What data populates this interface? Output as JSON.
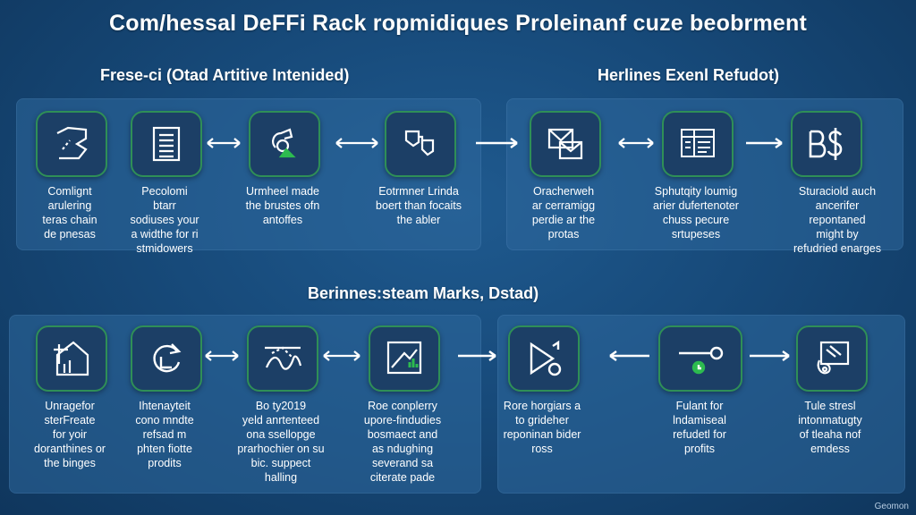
{
  "title": "Com/hessal DeFFi Rack ropmidiques Proleinanf cuze beobrment",
  "sections": {
    "top_left": "Frese-ci (Otad Artitive Intenided)",
    "top_right": "Herlines Exenl Refudot)",
    "bottom": "Berinnes:steam Marks, Dstad)"
  },
  "nodes": [
    {
      "icon": "trend-chart-icon",
      "text": "Comlignt\narulering\nteras chain\nde pnesas"
    },
    {
      "icon": "document-list-icon",
      "text": "Pecolomi\nbtarr\nsodiuses your\na widthe for  ri\nstmidowers"
    },
    {
      "icon": "certificate-icon",
      "text": "Urmheel made\nthe brustes ofn\nantoffes"
    },
    {
      "icon": "flow-diagram-icon",
      "text": "Eotrmner Lrinda\nboert than focaits\nthe abler"
    },
    {
      "icon": "mail-monitor-icon",
      "text": "Oracherweh\nar cerramigg\nperdie ar the\nprotas"
    },
    {
      "icon": "dashboard-icon",
      "text": "Sphutqity loumig\narier dufertenoter\nchuss pecure\nsrtupeses"
    },
    {
      "icon": "bs-dollar-icon",
      "text": "Sturaciold auch\nancerifer\nrepontaned\nmight by\nrefudried enarges"
    },
    {
      "icon": "house-chart-icon",
      "text": "Unragefor\nsterFreate\nfor yoir\ndoranthines or\nthe binges"
    },
    {
      "icon": "refresh-arrow-icon",
      "text": "Ihtenayteit\ncono mndte\nrefsad m\nphten fiotte\nprodits"
    },
    {
      "icon": "wave-chart-icon",
      "text": "Bo ty2019\nyeld anrtenteed\nona ssellopge\nprarhochier on su\nbic. suppect\nhalling"
    },
    {
      "icon": "growth-chart-icon",
      "text": "Roe conplerry\nupore-findudies\nbosmaect and\nas ndughing\nseverand sa\nciterate pade"
    },
    {
      "icon": "play-button-icon",
      "text": "Rore horgiars a\nto grideher\nreponinan bider\nross"
    },
    {
      "icon": "slider-toggle-icon",
      "text": "Fulant for\nlndamiseal\nrefudetl for\nprofits"
    },
    {
      "icon": "pointer-hand-icon",
      "text": "Tule stresl\nintonmatugty\nof tleaha nof\nemdess"
    }
  ],
  "watermark": "Geomon",
  "colors": {
    "background": "#174a7a",
    "panel": "#2e689c",
    "icon_box": "#1c3f66",
    "icon_border": "#2f8f57",
    "accent_green": "#2dbb4f"
  }
}
